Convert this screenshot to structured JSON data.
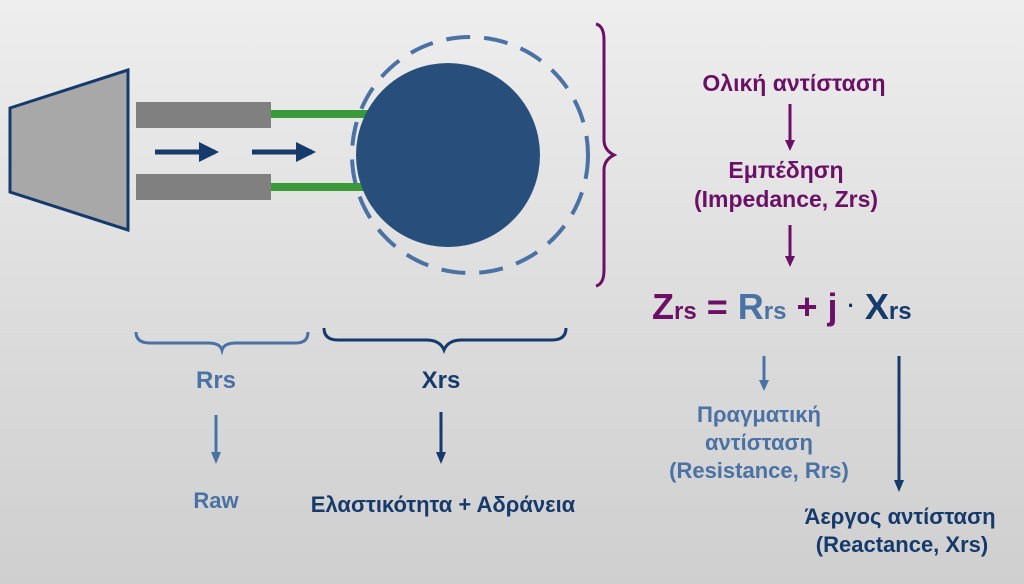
{
  "labels": {
    "total_resistance": "Ολική αντίσταση",
    "impedance_line1": "Εμπέδηση",
    "impedance_line2": "(Impedance, Zrs)",
    "rrs": "Rrs",
    "xrs": "Xrs",
    "raw": "Raw",
    "elasticity_inertia": "Ελαστικότητα + Αδράνεια",
    "real_resistance_line1": "Πραγματική",
    "real_resistance_line2": "αντίσταση",
    "real_resistance_line3": "(Resistance, Rrs)",
    "reactance_line1": "Άεργος αντίσταση",
    "reactance_line2": "(Reactance, Xrs)"
  },
  "equation": {
    "z": "Z",
    "z_sub": "rs",
    "equals": "=",
    "r": "R",
    "r_sub": "rs",
    "plus": "+",
    "j": "j",
    "dot": "·",
    "x": "X",
    "x_sub": "rs"
  },
  "colors": {
    "purple": "#6b1066",
    "steel_blue": "#4a72a4",
    "navy": "#163a6b",
    "circle": "#284f7c",
    "tube": "#808080",
    "green": "#3a9a3a"
  }
}
